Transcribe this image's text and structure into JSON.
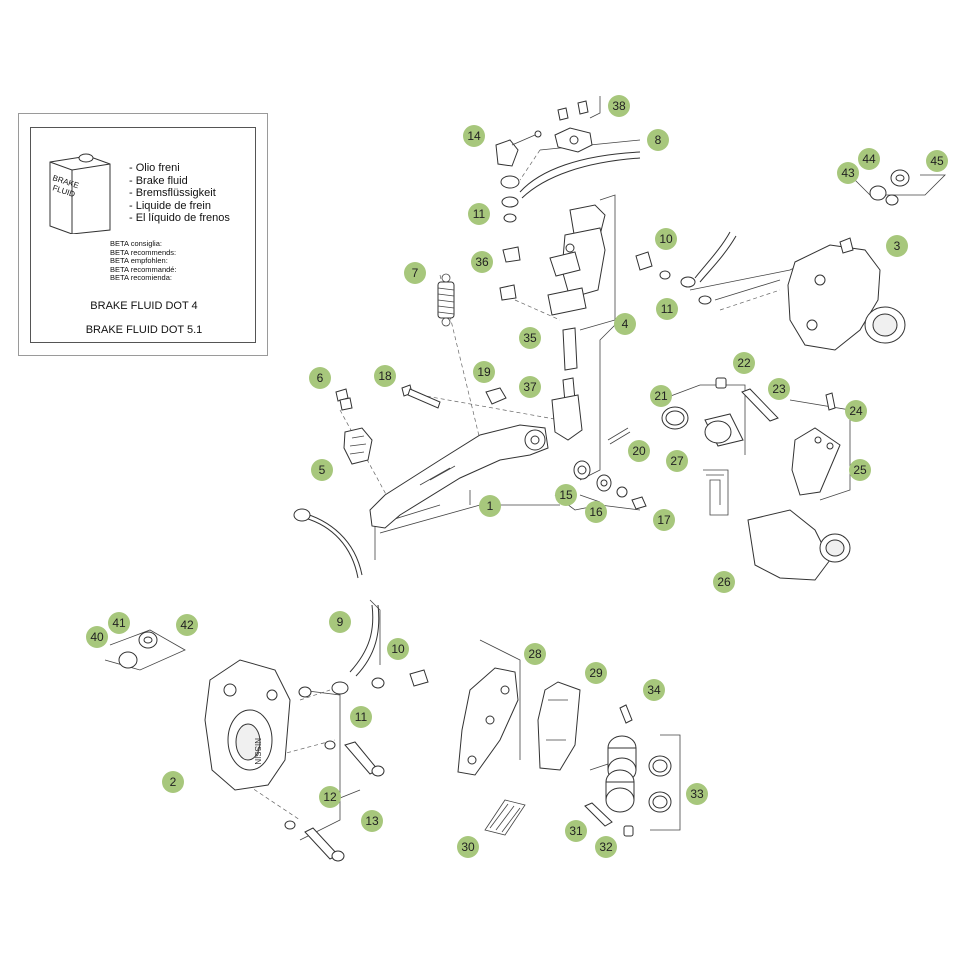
{
  "brake_fluid_box": {
    "can_label_line1": "BRAKE",
    "can_label_line2": "FLUID",
    "languages": [
      "- Olio freni",
      "- Brake fluid",
      "- Bremsflüssigkeit",
      "- Liquide de frein",
      "- El líquido de frenos"
    ],
    "recommendations": [
      "BETA consiglia:",
      "BETA recommends:",
      "BETA empfohlen:",
      "BETA recommandé:",
      "BETA recomienda:"
    ],
    "spec_1": "BRAKE FLUID DOT 4",
    "spec_2": "BRAKE FLUID DOT 5.1"
  },
  "caliper_marking": "NISSIN",
  "callouts": [
    "1",
    "2",
    "3",
    "4",
    "5",
    "6",
    "7",
    "8",
    "9",
    "10",
    "10",
    "11",
    "11",
    "11",
    "12",
    "13",
    "14",
    "15",
    "16",
    "17",
    "18",
    "19",
    "20",
    "21",
    "22",
    "23",
    "24",
    "25",
    "26",
    "27",
    "28",
    "29",
    "30",
    "31",
    "32",
    "33",
    "34",
    "35",
    "36",
    "37",
    "38",
    "40",
    "41",
    "42",
    "43",
    "44",
    "45"
  ],
  "colors": {
    "callout_fill": "#a7c77c",
    "line": "#333333"
  }
}
